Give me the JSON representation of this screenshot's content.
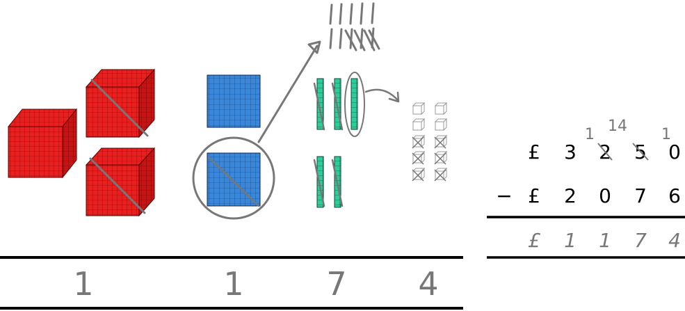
{
  "colors": {
    "thousands_block": "#e81f1f",
    "hundreds_flat": "#3a86d8",
    "tens_rod": "#2ecc9a",
    "annotation_gray": "#777777",
    "ink": "#000000"
  },
  "blocks": {
    "thousands_total": 3,
    "thousands_crossed": 2,
    "hundreds_total": 2,
    "hundreds_circled": 1,
    "hundreds_crossed": 1,
    "tens_total": 5,
    "tens_circled": 1,
    "tens_crossed": 4,
    "units_total": 10,
    "units_crossed": 6,
    "tally_marks_total": 10,
    "tally_marks_crossed": 4
  },
  "place_value_answer": [
    "1",
    "1",
    "7",
    "4"
  ],
  "subtraction": {
    "minuend": [
      "£",
      "3",
      "2",
      "5",
      "0"
    ],
    "operator": "−",
    "subtrahend": [
      "£",
      "2",
      "0",
      "7",
      "6"
    ],
    "result": [
      "£",
      "1",
      "1",
      "7",
      "4"
    ],
    "regroup_marks": [
      "1",
      "14",
      "1"
    ]
  }
}
